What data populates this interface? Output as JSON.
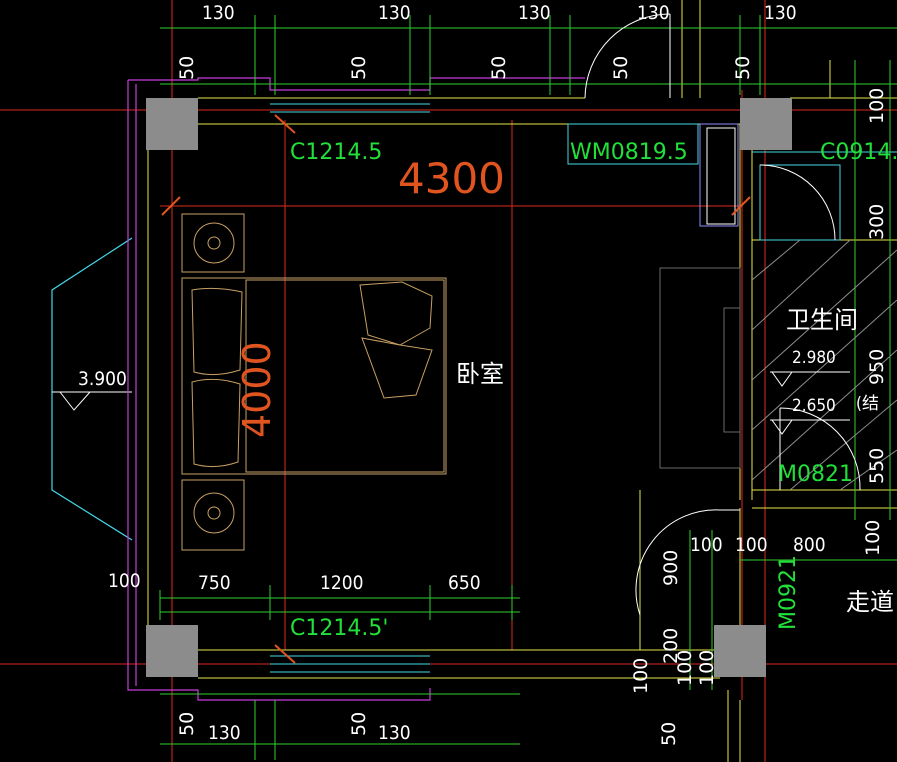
{
  "dimensions": {
    "top": [
      "130",
      "130",
      "130",
      "130",
      "130"
    ],
    "top_small": [
      "50",
      "50",
      "50",
      "50",
      "50"
    ],
    "bottom": [
      "130",
      "130"
    ],
    "bottom_small": [
      "50",
      "50",
      "50"
    ],
    "interior": [
      "750",
      "1200",
      "650"
    ],
    "left_side": "100",
    "right_column": [
      "100",
      "300",
      "950",
      "550"
    ],
    "door_right": [
      "100",
      "100",
      "800",
      "100"
    ],
    "door_vertical": [
      "900",
      "200",
      "100",
      "100",
      "100"
    ],
    "room_width": "4300",
    "bed_length": "4000"
  },
  "labels": {
    "window_top": "C1214.5",
    "window_bottom": "C1214.5'",
    "wardrobe_door": "WM0819.5",
    "bath_window": "C0914.",
    "bath_door": "M0821",
    "bed_door": "M0921",
    "bedroom": "卧室",
    "bathroom": "卫生间",
    "corridor": "走道",
    "elev_bay": "3.900",
    "elev_bath_1": "2.980",
    "elev_bath_2": "2.650",
    "structure_note": "(结"
  },
  "colors": {
    "grid_red": "#e0291f",
    "wall_magenta": "#c83cdc",
    "dim_green": "#2fd02f",
    "window_cyan": "#44d8e8",
    "wall_yellow": "#e6e64a",
    "column_gray": "#8c8c8c",
    "furniture": "#c8a064",
    "text_orange": "#e0541f"
  }
}
